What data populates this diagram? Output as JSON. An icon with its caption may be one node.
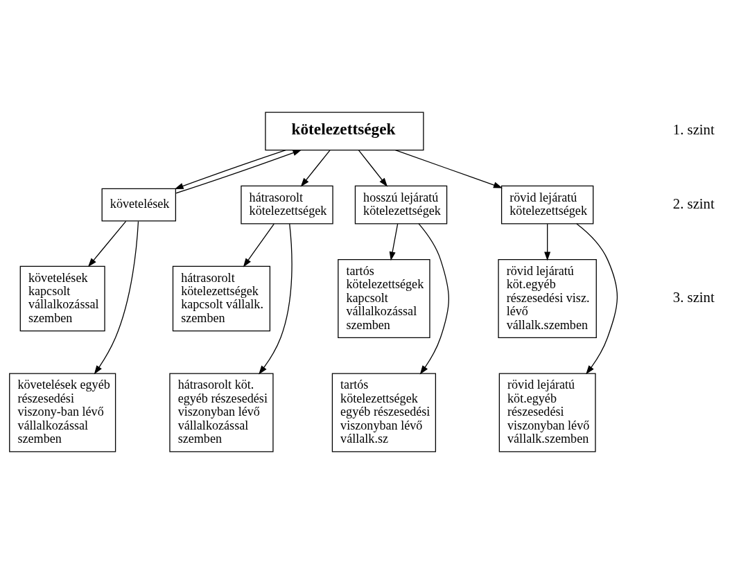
{
  "diagram": {
    "nodes": [
      {
        "text": [
          "kötelezettségek"
        ]
      },
      {
        "text": [
          "követelések"
        ]
      },
      {
        "text": [
          "hátrasorolt kötelezettségek"
        ]
      },
      {
        "text": [
          "hosszú lejáratú kötelezettségek"
        ]
      },
      {
        "text": [
          "rövid lejáratú kötelezettségek"
        ]
      },
      {
        "text": [
          "követelések kapcsolt vállalkozással szemben"
        ]
      },
      {
        "text": [
          "követelések egyéb részesedési viszony-ban lévő vállalkozással szemben"
        ]
      },
      {
        "text": [
          "hátrasorolt kötelezettségek kapcsolt vállalk. szemben"
        ]
      },
      {
        "text": [
          "hátrasorolt köt. egyéb részesedési viszonyban lévő vállalkozással szemben"
        ]
      },
      {
        "text": [
          "tartós kötelezettségek kapcsolt vállalkozással szemben"
        ]
      },
      {
        "text": [
          "tartós kötelezettségek egyéb részesedési viszonyban lévő vállalk.sz"
        ]
      },
      {
        "text": [
          "rövid lejáratú köt.egyéb részesedési visz. lévő vállalk.szemben"
        ]
      },
      {
        "text": [
          "rövid lejáratú köt.egyéb részesedési viszonyban lévő vállalk.szemben"
        ]
      }
    ],
    "edges": [
      {
        "from": 0,
        "to": 1,
        "arrow": "to"
      },
      {
        "from": 1,
        "to": 0,
        "arrow": "to"
      },
      {
        "from": 0,
        "to": 2,
        "arrow": "to"
      },
      {
        "from": 0,
        "to": 3,
        "arrow": "to"
      },
      {
        "from": 0,
        "to": 4,
        "arrow": "to"
      },
      {
        "from": 1,
        "to": 5,
        "arrow": "to"
      },
      {
        "from": 1,
        "to": 6,
        "arrow": "to"
      },
      {
        "from": 2,
        "to": 7,
        "arrow": "to"
      },
      {
        "from": 2,
        "to": 8,
        "arrow": "to"
      },
      {
        "from": 3,
        "to": 9,
        "arrow": "to"
      },
      {
        "from": 3,
        "to": 10,
        "arrow": "to"
      },
      {
        "from": 4,
        "to": 11,
        "arrow": "to"
      },
      {
        "from": 4,
        "to": 12,
        "arrow": "to"
      }
    ],
    "labels": [
      "1. szint",
      "2. szint",
      "3. szint"
    ]
  }
}
